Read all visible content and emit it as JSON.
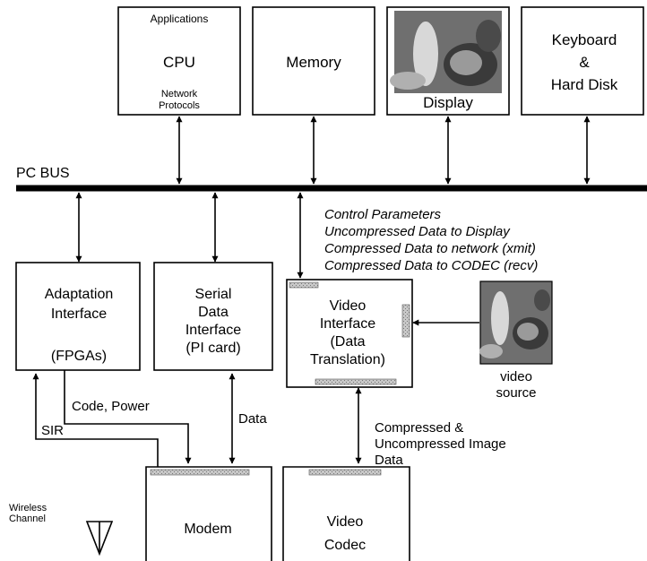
{
  "blocks": {
    "cpu": {
      "top": "Applications",
      "label": "CPU",
      "bottom1": "Network",
      "bottom2": "Protocols"
    },
    "memory": {
      "label": "Memory"
    },
    "display": {
      "label": "Display"
    },
    "keyboard": {
      "line1": "Keyboard",
      "line2": "&",
      "line3": "Hard Disk"
    },
    "adaptation": {
      "line1": "Adaptation",
      "line2": "Interface",
      "line3": "(FPGAs)"
    },
    "serial": {
      "line1": "Serial",
      "line2": "Data",
      "line3": "Interface",
      "line4": "(PI card)"
    },
    "video_interface": {
      "line1": "Video",
      "line2": "Interface",
      "line3": "(Data",
      "line4": "Translation)"
    },
    "video_source": {
      "line1": "video",
      "line2": "source"
    },
    "modem": {
      "label": "Modem"
    },
    "video_codec": {
      "line1": "Video",
      "line2": "Codec"
    },
    "wireless": {
      "line1": "Wireless",
      "line2": "Channel"
    }
  },
  "bus_label": "PC BUS",
  "bus_annotations": [
    "Control Parameters",
    "Uncompressed Data to Display",
    "Compressed Data to network (xmit)",
    "Compressed Data to CODEC (recv)"
  ],
  "links": {
    "code_power": "Code, Power",
    "sir": "SIR",
    "data": "Data",
    "codec_line1": "Compressed &",
    "codec_line2": "Uncompressed Image",
    "codec_line3": "Data"
  }
}
